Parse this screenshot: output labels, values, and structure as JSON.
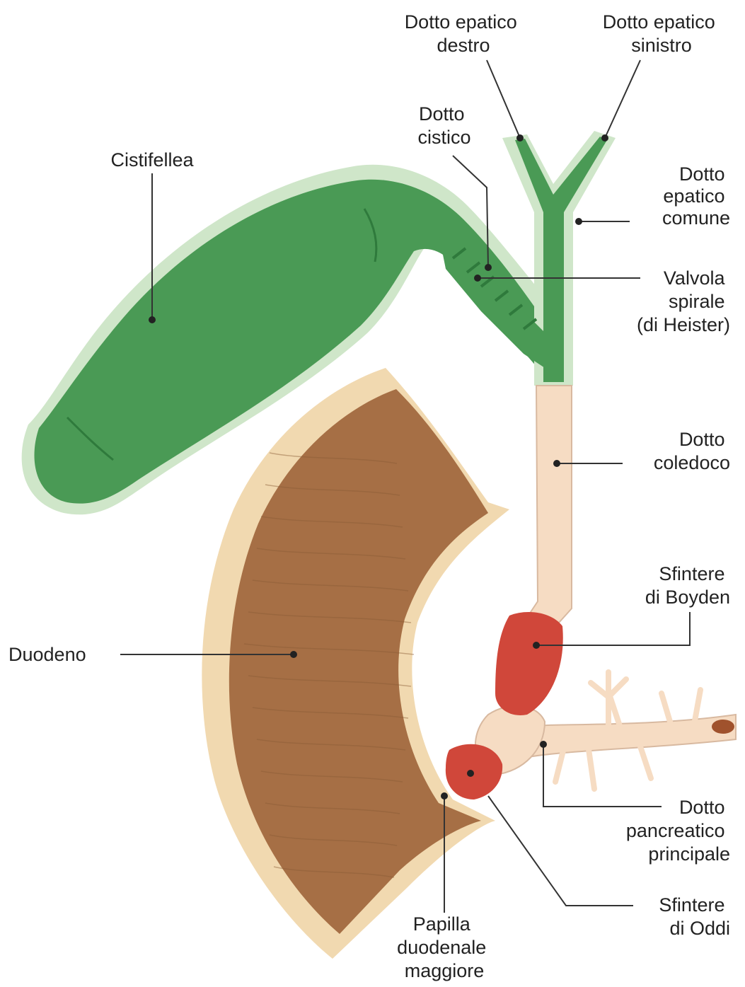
{
  "colors": {
    "gallbladder": "#4a9a55",
    "gallbladder_dark": "#2f7a3c",
    "gallbladder_rim": "#cfe6c9",
    "bile_duct": "#f6dcc3",
    "duodenum": "#a66f45",
    "duodenum_rim": "#f1d9b0",
    "sphincter": "#d0473a",
    "text": "#222222"
  },
  "labels": {
    "dotto_epatico_destro": [
      "Dotto epatico",
      "destro"
    ],
    "dotto_epatico_sinistro": [
      "Dotto epatico",
      "sinistro"
    ],
    "dotto_cistico": [
      "Dotto",
      "cistico"
    ],
    "cistifellea": [
      "Cistifellea"
    ],
    "dotto_epatico_comune": [
      "Dotto",
      "epatico",
      "comune"
    ],
    "valvola_spirale": [
      "Valvola",
      "spirale",
      "(di Heister)"
    ],
    "dotto_coledoco": [
      "Dotto",
      "coledoco"
    ],
    "sfintere_boyden": [
      "Sfintere",
      "di Boyden"
    ],
    "duodeno": [
      "Duodeno"
    ],
    "dotto_pancreatico": [
      "Dotto",
      "pancreatico",
      "principale"
    ],
    "sfintere_oddi": [
      "Sfintere",
      "di Oddi"
    ],
    "papilla": [
      "Papilla",
      "duodenale",
      "maggiore"
    ]
  }
}
